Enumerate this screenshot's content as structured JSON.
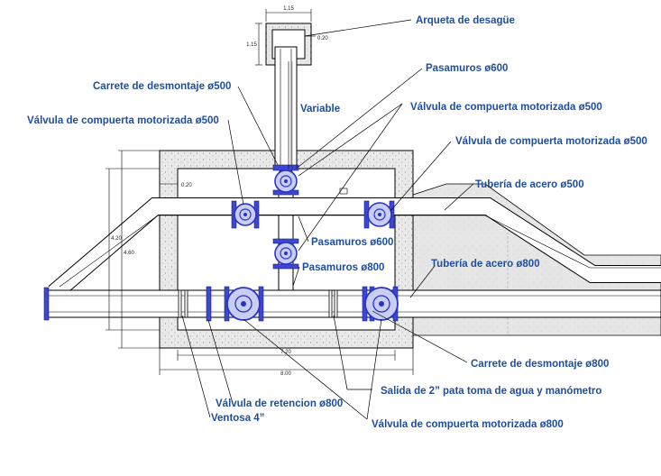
{
  "labels": {
    "arqueta": "Arqueta de desagüe",
    "pasamuros600_top": "Pasamuros ø600",
    "carrete500": "Carrete de desmontaje ø500",
    "valvula500_center": "Válvula de compuerta motorizada ø500",
    "valvula500_left": "Válvula de compuerta motorizada ø500",
    "variable": "Variable",
    "valvula500_right": "Válvula de compuerta motorizada ø500",
    "tuberia500": "Tubería de acero ø500",
    "pasamuros600_mid": "Pasamuros ø600",
    "pasamuros800": "Pasamuros ø800",
    "tuberia800": "Tubería de acero ø800",
    "carrete800": "Carrete de desmontaje ø800",
    "salida": "Salida de 2” pata toma de agua y manómetro",
    "retencion800": "Válvula de retencion ø800",
    "ventosa": "Ventosa 4”",
    "valvula800": "Válvula de compuerta motorizada ø800"
  },
  "dimensions": {
    "arqueta_width": "1.15",
    "arqueta_height": "1.15",
    "arqueta_wall": "0.20",
    "wall": "0.20",
    "inner_height": "4.20",
    "outer_height": "4.60",
    "inner_width": "7.20",
    "outer_width": "8.00"
  },
  "colors": {
    "label": "#1f4e9c",
    "valve": "#2633c9",
    "line": "#000000",
    "concrete": "#e4e4e4"
  }
}
